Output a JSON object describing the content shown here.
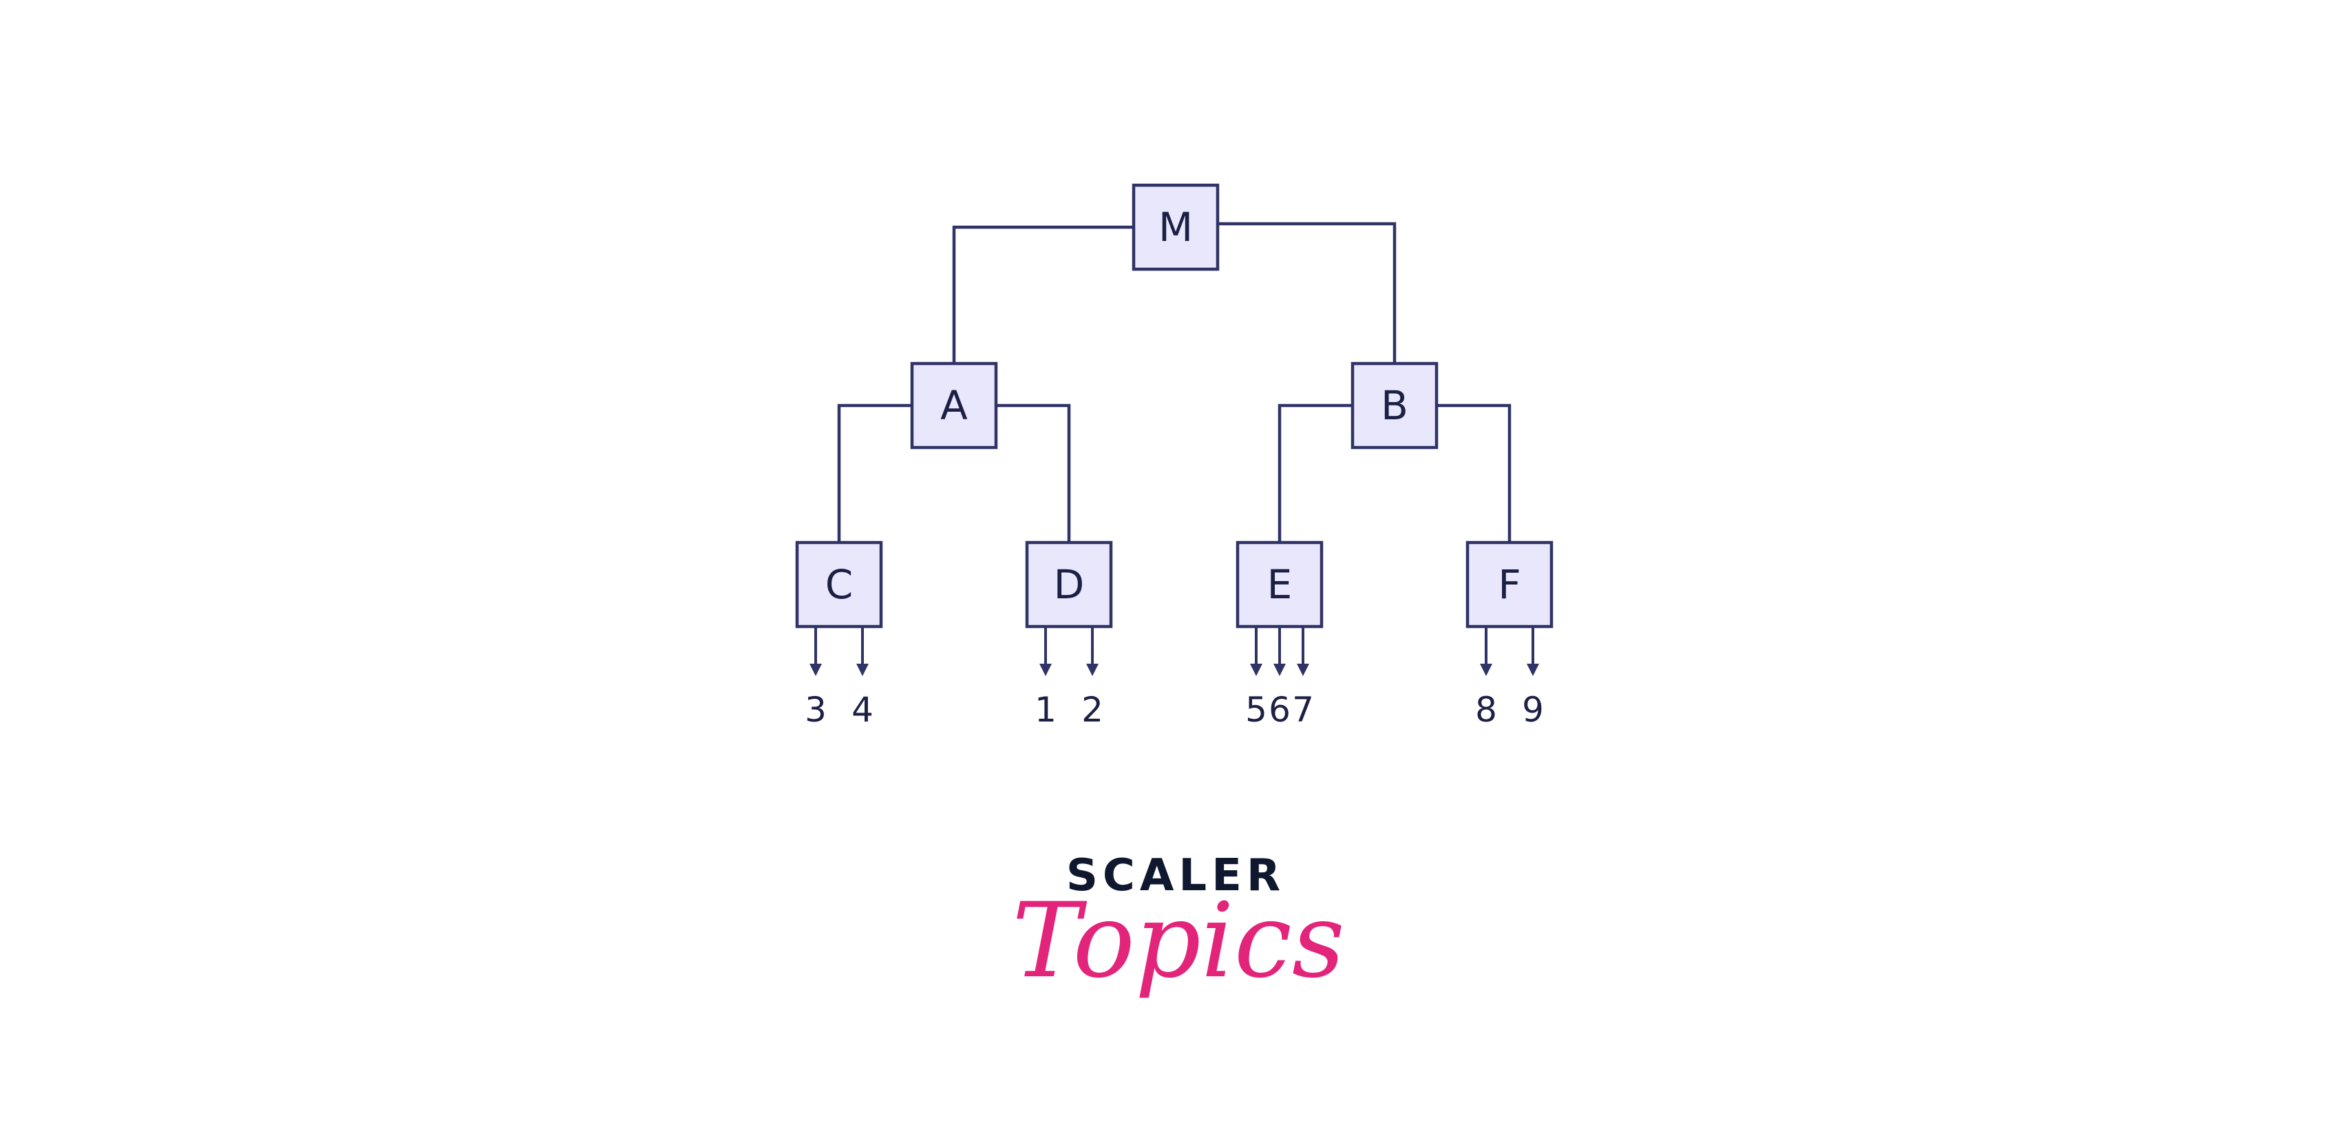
{
  "diagram": {
    "nodes": {
      "m": "M",
      "a": "A",
      "b": "B",
      "c": "C",
      "d": "D",
      "e": "E",
      "f": "F"
    },
    "leaves": {
      "c": [
        "3",
        "4"
      ],
      "d": [
        "1",
        "2"
      ],
      "e": [
        "5",
        "6",
        "7"
      ],
      "f": [
        "8",
        "9"
      ]
    }
  },
  "logo": {
    "line1": "SCALER",
    "line2": "Topics"
  },
  "colors": {
    "line": "#2f3366",
    "box_fill": "#e8e7fb",
    "text": "#1c2044",
    "logo_dark": "#101830",
    "logo_pink": "#e3247b"
  }
}
